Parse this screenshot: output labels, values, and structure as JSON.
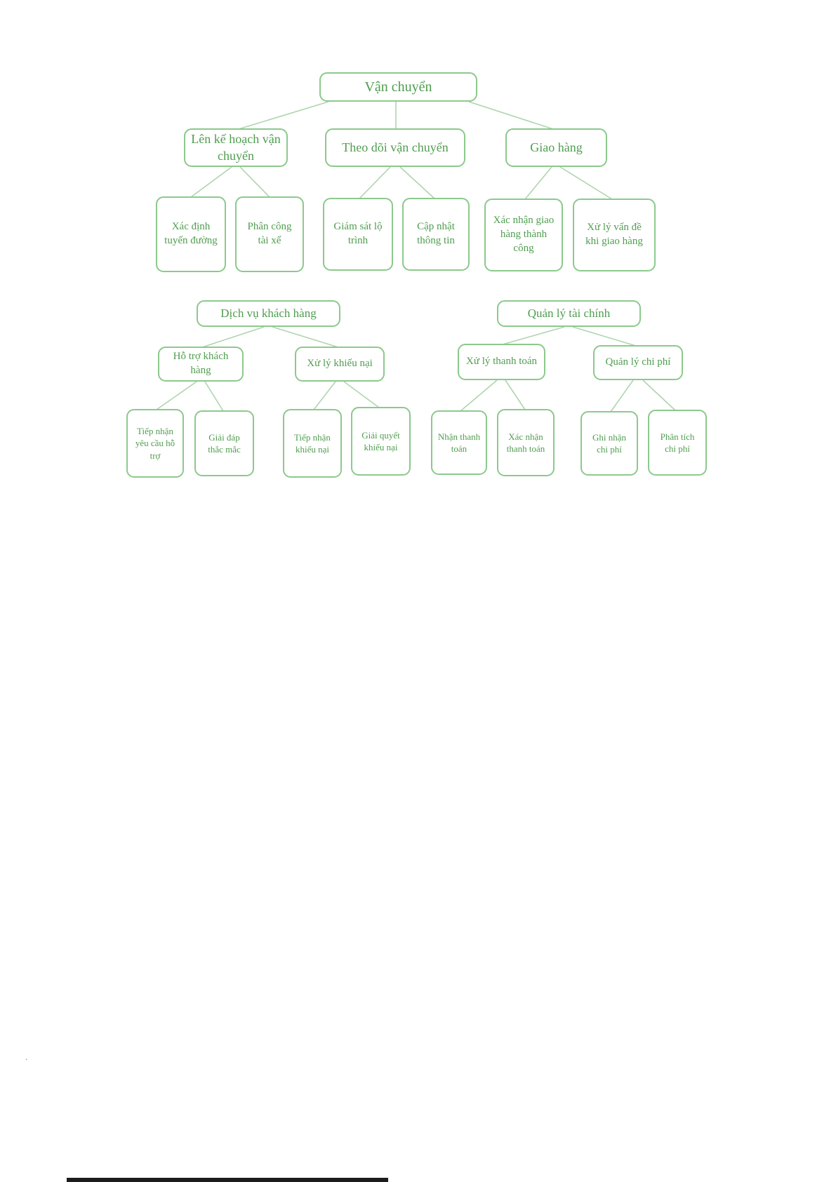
{
  "colors": {
    "border": "#8cc98c",
    "text": "#4f9d4f",
    "connector": "#aed5ae",
    "footer": "#1c1c1c"
  },
  "trees": [
    {
      "label": "Vận chuyển",
      "children": [
        {
          "label": "Lên kế hoạch vận chuyển",
          "children": [
            {
              "label": "Xác định tuyến đường"
            },
            {
              "label": "Phân công tài xế"
            }
          ]
        },
        {
          "label": "Theo dõi vận chuyển",
          "children": [
            {
              "label": "Giám sát lộ trình"
            },
            {
              "label": "Cập nhật thông tin"
            }
          ]
        },
        {
          "label": "Giao hàng",
          "children": [
            {
              "label": "Xác nhận giao hàng thành công"
            },
            {
              "label": "Xử lý vấn đề khi giao hàng"
            }
          ]
        }
      ]
    },
    {
      "label": "Dịch vụ khách hàng",
      "children": [
        {
          "label": "Hỗ trợ khách hàng",
          "children": [
            {
              "label": "Tiếp nhận yêu cầu hỗ trợ"
            },
            {
              "label": "Giải đáp thắc mắc"
            }
          ]
        },
        {
          "label": "Xử lý khiếu nại",
          "children": [
            {
              "label": "Tiếp nhận khiếu nại"
            },
            {
              "label": "Giải quyết khiếu nại"
            }
          ]
        }
      ]
    },
    {
      "label": "Quản lý tài chính",
      "children": [
        {
          "label": "Xử lý thanh toán",
          "children": [
            {
              "label": "Nhận thanh toán"
            },
            {
              "label": "Xác nhận thanh toán"
            }
          ]
        },
        {
          "label": "Quản lý chi phí",
          "children": [
            {
              "label": "Ghi nhận chi phí"
            },
            {
              "label": "Phân tích chi phí"
            }
          ]
        }
      ]
    }
  ],
  "footer": {
    "mark": "."
  }
}
